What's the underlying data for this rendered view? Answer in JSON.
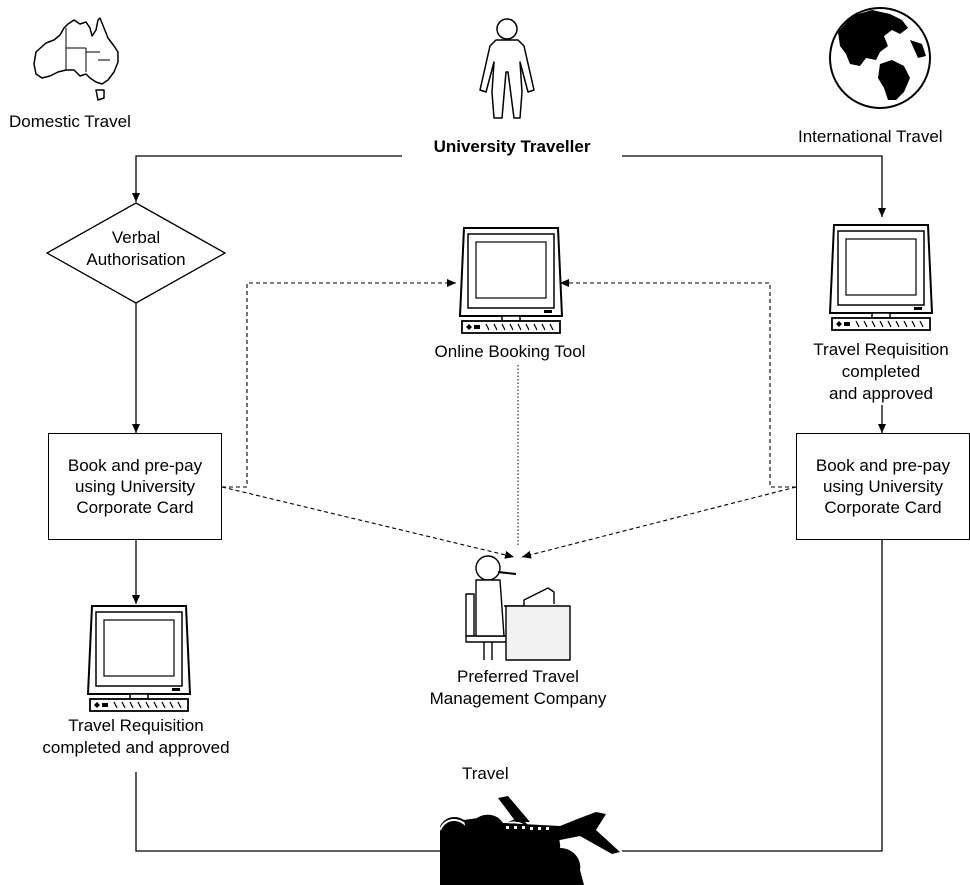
{
  "labels": {
    "domestic": "Domestic Travel",
    "traveller": "University Traveller",
    "international": "International Travel",
    "verbal_line1": "Verbal",
    "verbal_line2": "Authorisation",
    "online_booking": "Online Booking Tool",
    "requisition_right_line1": "Travel Requisition",
    "requisition_right_line2": "completed",
    "requisition_right_line3": "and approved",
    "book_left_line1": "Book and pre-pay",
    "book_left_line2": "using University",
    "book_left_line3": "Corporate Card",
    "book_right_line1": "Book and pre-pay",
    "book_right_line2": "using University",
    "book_right_line3": "Corporate Card",
    "tmc_line1": "Preferred Travel",
    "tmc_line2": "Management Company",
    "requisition_left_line1": "Travel Requisition",
    "requisition_left_line2": "completed and approved",
    "travel": "Travel"
  },
  "icons": [
    "australia-map-icon",
    "person-icon",
    "globe-icon",
    "computer-icon",
    "travel-agent-icon",
    "airplane-icon"
  ],
  "colors": {
    "line": "#000000",
    "background": "#ffffff",
    "screen": "#ffffff",
    "paper": "#f2f2f2"
  }
}
